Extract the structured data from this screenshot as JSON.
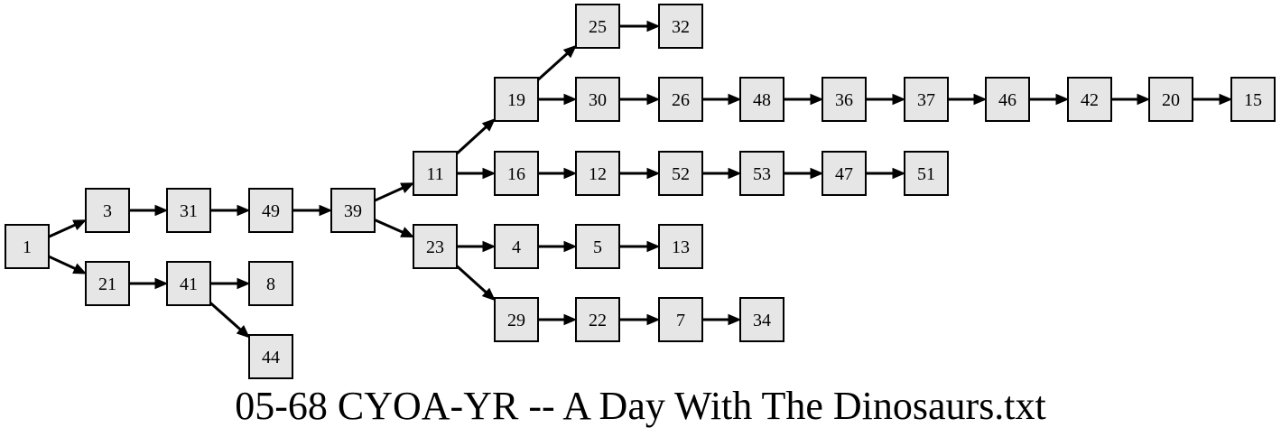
{
  "title": "05-68 CYOA-YR -- A Day With The Dinosaurs.txt",
  "colors": {
    "node_fill": "#e6e6e6",
    "stroke": "#000000"
  },
  "nodes": [
    "1",
    "3",
    "21",
    "31",
    "41",
    "49",
    "8",
    "44",
    "39",
    "11",
    "23",
    "19",
    "16",
    "4",
    "29",
    "25",
    "30",
    "12",
    "5",
    "22",
    "32",
    "26",
    "52",
    "13",
    "7",
    "48",
    "53",
    "34",
    "36",
    "47",
    "37",
    "51",
    "46",
    "42",
    "20",
    "15"
  ],
  "edges": [
    [
      "1",
      "3"
    ],
    [
      "1",
      "21"
    ],
    [
      "3",
      "31"
    ],
    [
      "31",
      "49"
    ],
    [
      "49",
      "39"
    ],
    [
      "21",
      "41"
    ],
    [
      "41",
      "8"
    ],
    [
      "41",
      "44"
    ],
    [
      "39",
      "11"
    ],
    [
      "39",
      "23"
    ],
    [
      "11",
      "19"
    ],
    [
      "11",
      "16"
    ],
    [
      "19",
      "25"
    ],
    [
      "19",
      "30"
    ],
    [
      "25",
      "32"
    ],
    [
      "30",
      "26"
    ],
    [
      "26",
      "48"
    ],
    [
      "48",
      "36"
    ],
    [
      "36",
      "37"
    ],
    [
      "37",
      "46"
    ],
    [
      "46",
      "42"
    ],
    [
      "42",
      "20"
    ],
    [
      "20",
      "15"
    ],
    [
      "16",
      "12"
    ],
    [
      "12",
      "52"
    ],
    [
      "52",
      "53"
    ],
    [
      "53",
      "47"
    ],
    [
      "47",
      "51"
    ],
    [
      "23",
      "4"
    ],
    [
      "23",
      "29"
    ],
    [
      "4",
      "5"
    ],
    [
      "5",
      "13"
    ],
    [
      "29",
      "22"
    ],
    [
      "22",
      "7"
    ],
    [
      "7",
      "34"
    ]
  ]
}
